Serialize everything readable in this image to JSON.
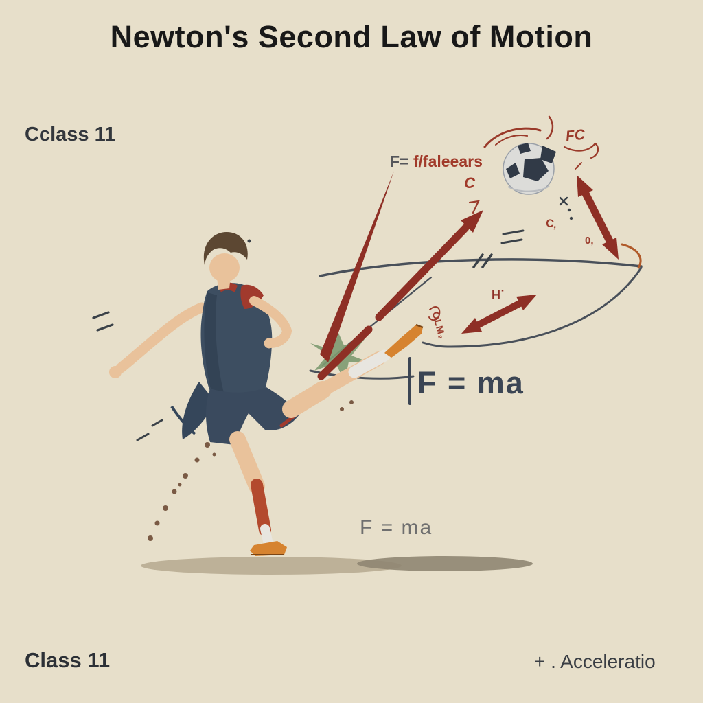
{
  "colors": {
    "background": "#e7dfca",
    "accent_red": "#8e2f25",
    "annotation_red": "#9a3a2a",
    "ink_dark": "#181818",
    "formula_slate": "#3b4554",
    "muted_gray": "#6f6f6f",
    "jersey_navy": "#3d4e61",
    "sock_orange": "#d6832f",
    "burst_green": "#7d9a70"
  },
  "title": "Newton's Second Law of Motion",
  "top_left_label": "Cclass 11",
  "bottom_left_label": "Class 11",
  "bottom_right_label": "+ . Acceleratio",
  "formulas": {
    "main": "F = ma",
    "secondary": "F = ma"
  },
  "annotations": {
    "force_eq_prefix": "F=",
    "force_eq_body": "f/faleears",
    "force_eq_sub": "C",
    "ball_tag": "FC",
    "h_mark": "H˙",
    "leg_scribble": "OLM₂",
    "mark_c": "C,",
    "mark_zero": "0,"
  },
  "illustration": {
    "player": "soccer-player-kicking",
    "ball": "soccer-ball",
    "impact": "impact-burst",
    "arrows": "force-vector-arrows",
    "trajectory": "ball-trajectory-lines"
  }
}
